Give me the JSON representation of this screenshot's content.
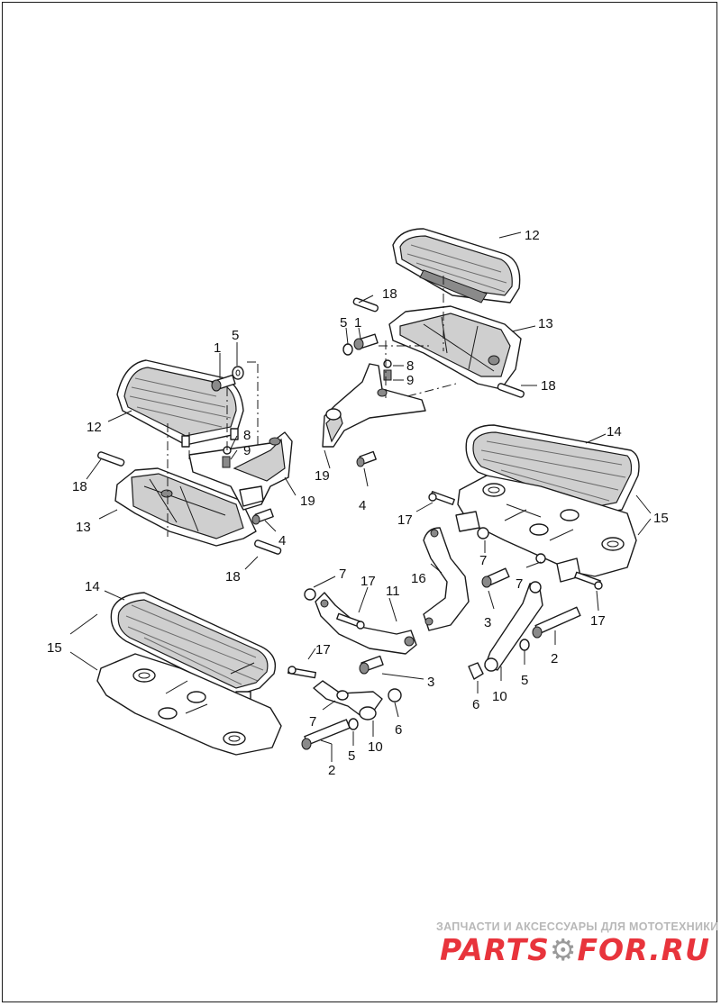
{
  "callouts": {
    "c1a": "1",
    "c5a": "5",
    "c12a": "12",
    "c8a": "8",
    "c9a": "9",
    "c19a": "19",
    "c18a": "18",
    "c13a": "13",
    "c4a": "4",
    "c18b": "18",
    "c12b": "12",
    "c18c": "18",
    "c5b": "5",
    "c1b": "1",
    "c13b": "13",
    "c8b": "8",
    "c9b": "9",
    "c18d": "18",
    "c19b": "19",
    "c4b": "4",
    "c14a": "14",
    "c15a": "15",
    "c17a": "17",
    "c7a": "7",
    "c16": "16",
    "c3a": "3",
    "c7b": "7",
    "c17b": "17",
    "c2a": "2",
    "c5c": "5",
    "c10a": "10",
    "c6a": "6",
    "c14b": "14",
    "c15b": "15",
    "c7c": "7",
    "c17c": "17",
    "c11": "11",
    "c17d": "17",
    "c3b": "3",
    "c7d": "7",
    "c6b": "6",
    "c10b": "10",
    "c5d": "5",
    "c2b": "2"
  },
  "watermark": {
    "tagline": "ЗАПЧАСТИ И АКСЕССУАРЫ ДЛЯ МОТОТЕХНИКИ",
    "logo_left": "PARTS",
    "logo_gear": "⚙",
    "logo_right": "FOR.RU"
  },
  "colors": {
    "line": "#1a1a1a",
    "watermark_red": "#e8343c",
    "watermark_grey": "#b8b8b8"
  }
}
